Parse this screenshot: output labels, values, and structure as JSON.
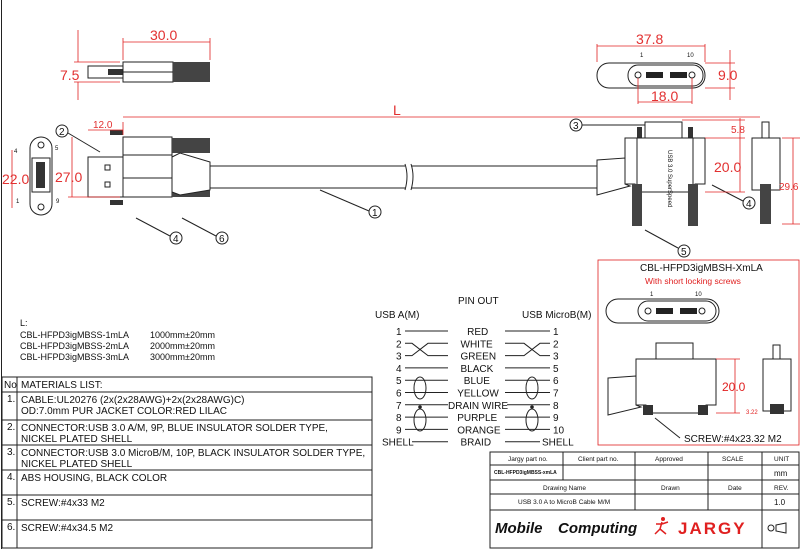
{
  "dimensions": {
    "d30": "30.0",
    "d7_5": "7.5",
    "d12": "12.0",
    "d27": "27.0",
    "d22": "22.0",
    "L": "L",
    "d37_8": "37.8",
    "d9": "9.0",
    "d18": "18.0",
    "d5_8": "5.8",
    "d20": "20.0",
    "d29_6": "29.6",
    "d20b": "20.0",
    "d3_22": "3.22"
  },
  "pin_labels": {
    "p4": "4",
    "p5": "5",
    "p1": "1",
    "p9": "9",
    "m1": "1",
    "m10": "10",
    "m1b": "1",
    "m10b": "10"
  },
  "callouts": [
    "1",
    "2",
    "3",
    "4",
    "5",
    "6"
  ],
  "variant": {
    "part": "CBL-HFPD3igMBSH-XmLA",
    "note": "With short locking screws",
    "screw": "SCREW:#4x23.32 M2"
  },
  "lengths": {
    "title": "L:",
    "rows": [
      {
        "part": "CBL-HFPD3igMBSS-1mLA",
        "len": "1000mm±20mm"
      },
      {
        "part": "CBL-HFPD3igMBSS-2mLA",
        "len": "2000mm±20mm"
      },
      {
        "part": "CBL-HFPD3igMBSS-3mLA",
        "len": "3000mm±20mm"
      }
    ]
  },
  "pinout": {
    "title": "PIN OUT",
    "left_header": "USB A(M)",
    "right_header": "USB MicroB(M)",
    "rows": [
      {
        "a": "1",
        "color": "RED",
        "b": "1"
      },
      {
        "a": "2",
        "color": "WHITE",
        "b": "2"
      },
      {
        "a": "3",
        "color": "GREEN",
        "b": "3"
      },
      {
        "a": "4",
        "color": "BLACK",
        "b": "5"
      },
      {
        "a": "5",
        "color": "BLUE",
        "b": "6"
      },
      {
        "a": "6",
        "color": "YELLOW",
        "b": "7"
      },
      {
        "a": "7",
        "color": "DRAIN WIRE",
        "b": "8"
      },
      {
        "a": "8",
        "color": "PURPLE",
        "b": "9"
      },
      {
        "a": "9",
        "color": "ORANGE",
        "b": "10"
      },
      {
        "a": "SHELL",
        "color": "BRAID",
        "b": "SHELL"
      }
    ]
  },
  "materials": {
    "no_header": "No",
    "header": "MATERIALS LIST:",
    "items": [
      {
        "no": "1.",
        "l1": "CABLE:UL20276 (2x(2x28AWG)+2x(2x28AWG)C)",
        "l2": "OD:7.0mm  PUR JACKET COLOR:RED LILAC"
      },
      {
        "no": "2.",
        "l1": "CONNECTOR:USB 3.0 A/M, 9P, BLUE INSULATOR SOLDER TYPE,",
        "l2": "NICKEL PLATED SHELL"
      },
      {
        "no": "3.",
        "l1": "CONNECTOR:USB 3.0 MicroB/M, 10P, BLACK INSULATOR SOLDER TYPE,",
        "l2": "NICKEL PLATED SHELL"
      },
      {
        "no": "4.",
        "l1": "ABS HOUSING, BLACK COLOR",
        "l2": ""
      },
      {
        "no": "5.",
        "l1": "SCREW:#4x33 M2",
        "l2": ""
      },
      {
        "no": "6.",
        "l1": "SCREW:#4x34.5 M2",
        "l2": ""
      }
    ]
  },
  "title_block": {
    "jargy_part_label": "Jargy part no.",
    "client_part_label": "Client part no.",
    "approved_label": "Approved",
    "scale_label": "SCALE",
    "unit_label": "UNIT",
    "jargy_part": "CBL-HFPD3igMBSS-xmLA",
    "unit": "mm",
    "drawing_name_label": "Drawing Name",
    "drawn_label": "Drawn",
    "date_label": "Date",
    "rev_label": "REV.",
    "drawing_name": "USB 3.0 A to MicroB Cable M/M",
    "rev": "1.0",
    "logo_mobile": "Mobile",
    "logo_computing": "Computing",
    "logo_jargy": "JARGY"
  },
  "housing_text": "USB 3.0 SuperSpeed",
  "colors": {
    "dimension": "#e23030",
    "line": "#222222"
  }
}
